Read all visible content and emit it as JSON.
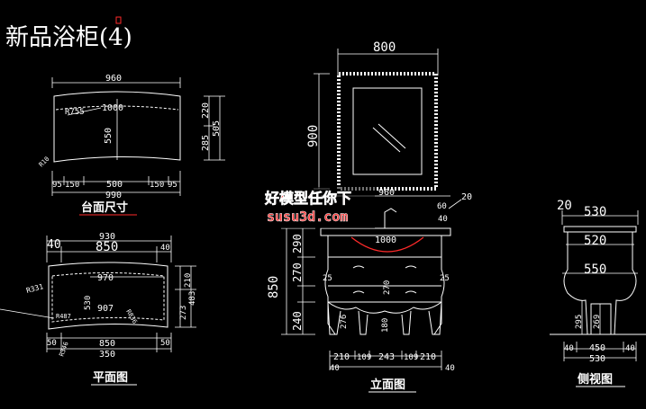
{
  "title": "新品浴柜(4)",
  "watermark": {
    "line1": "好模型任你下",
    "line2": "susu3d.com"
  },
  "colors": {
    "background": "#000000",
    "lines": "#ffffff",
    "red": "#ff2a2a",
    "watermark": "#ff3b3b"
  },
  "top_view": {
    "dims": {
      "width_top": "960",
      "r_top": "R755",
      "inner": "1000",
      "depth": "550",
      "r_left": "R10",
      "d1": "220",
      "d2": "285",
      "d3": "505",
      "b1": "95",
      "b2": "150",
      "b3": "500",
      "b4": "150",
      "b5": "95",
      "total": "990"
    },
    "caption": "台面尺寸"
  },
  "plan_view": {
    "dims": {
      "w930": "930",
      "w850": "850",
      "l40": "40",
      "r40": "40",
      "d970": "970",
      "r331": "R331",
      "d530": "530",
      "d907": "907",
      "r487": "R487",
      "r836": "R836",
      "d210": "210",
      "d273": "273",
      "d483": "483",
      "b50l": "50",
      "b850": "850",
      "b50r": "50",
      "r346": "R346",
      "b350": "350"
    },
    "caption": "平面图"
  },
  "front_view": {
    "dims": {
      "mirror_w": "800",
      "mirror_h": "900",
      "top960": "960",
      "r20": "20",
      "d60": "60",
      "d40": "40",
      "inner1000": "1000",
      "h290": "290",
      "h270": "270",
      "h240": "240",
      "total850": "850",
      "d25": "25",
      "d270c": "270",
      "d276": "276",
      "d180": "180",
      "d25r": "25",
      "b210": "210",
      "b109": "109",
      "b243": "243",
      "b109b": "109",
      "b210b": "210",
      "b40l": "40",
      "b40r": "40"
    },
    "caption": "立面图"
  },
  "side_view": {
    "dims": {
      "r20": "20",
      "w530": "530",
      "w520": "520",
      "w550": "550",
      "h295": "295",
      "h269": "269",
      "b40l": "40",
      "b450": "450",
      "b40r": "40",
      "b530": "530"
    },
    "caption": "侧视图"
  }
}
